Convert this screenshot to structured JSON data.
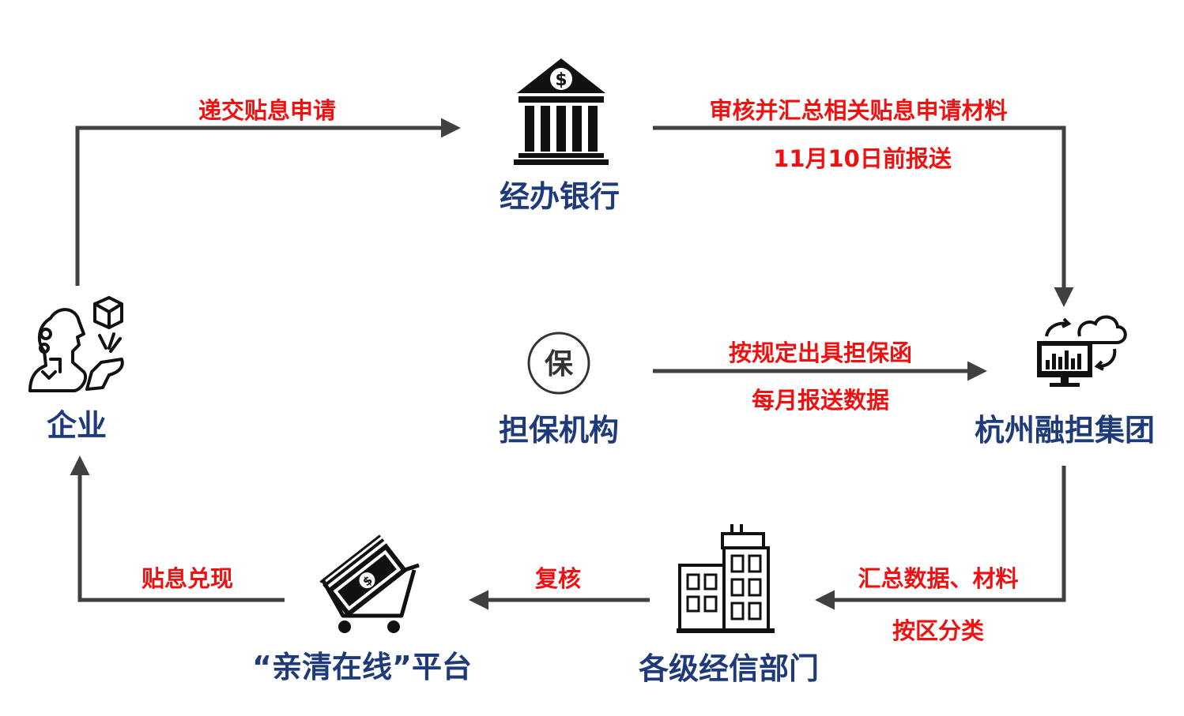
{
  "nodes": {
    "enterprise": {
      "label": "企业",
      "icon": "ai-person-icon"
    },
    "bank": {
      "label": "经办银行",
      "icon": "bank-icon"
    },
    "guarantee_agency": {
      "label": "担保机构",
      "icon": "bao-seal-icon",
      "glyph": "保"
    },
    "hangzhou_group": {
      "label": "杭州融担集团",
      "icon": "cloud-computer-icon"
    },
    "econ_dept": {
      "label": "各级经信部门",
      "icon": "office-building-icon"
    },
    "platform": {
      "label": "“亲清在线”平台",
      "icon": "money-cart-icon",
      "glyph": "$"
    }
  },
  "edges": {
    "enterprise_to_bank": {
      "label": "递交贴息申请"
    },
    "bank_to_group": {
      "label": "审核并汇总相关贴息申请材料",
      "sublabel": "11月10日前报送"
    },
    "agency_to_group": {
      "label": "按规定出具担保函",
      "sublabel": "每月报送数据"
    },
    "group_to_dept": {
      "label": "汇总数据、材料",
      "sublabel": "按区分类"
    },
    "dept_to_platform": {
      "label": "复核"
    },
    "platform_to_enterprise": {
      "label": "贴息兑现"
    }
  },
  "colors": {
    "node_label": "#1f3a7a",
    "edge_label": "#ee1111",
    "connector": "#404040",
    "icon": "#111111"
  }
}
